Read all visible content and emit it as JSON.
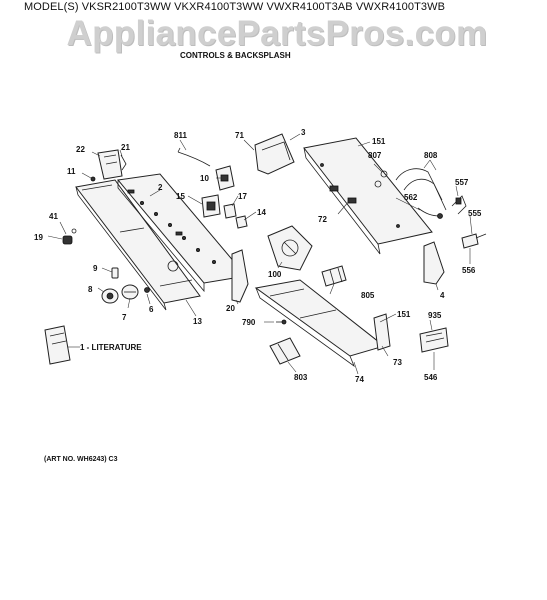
{
  "header": {
    "model_line": "MODEL(S) VKSR2100T3WW VKXR4100T3WW VWXR4100T3AB VWXR4100T3WB",
    "watermark": "AppliancePartsPros.com",
    "section_title": "CONTROLS & BACKSPLASH"
  },
  "footer": {
    "art_number": "(ART NO. WH6243) C3"
  },
  "parts": {
    "p1_literature": "1 - LITERATURE",
    "p2": "2",
    "p3": "3",
    "p4": "4",
    "p6": "6",
    "p7": "7",
    "p8": "8",
    "p9": "9",
    "p10": "10",
    "p11": "11",
    "p13": "13",
    "p14": "14",
    "p15": "15",
    "p17": "17",
    "p19": "19",
    "p20": "20",
    "p21": "21",
    "p22": "22",
    "p41": "41",
    "p71": "71",
    "p72": "72",
    "p73": "73",
    "p74": "74",
    "p100": "100",
    "p151a": "151",
    "p151b": "151",
    "p546": "546",
    "p555": "555",
    "p556": "556",
    "p557": "557",
    "p562": "562",
    "p790": "790",
    "p803": "803",
    "p805": "805",
    "p807": "807",
    "p808": "808",
    "p811": "811",
    "p935": "935"
  }
}
